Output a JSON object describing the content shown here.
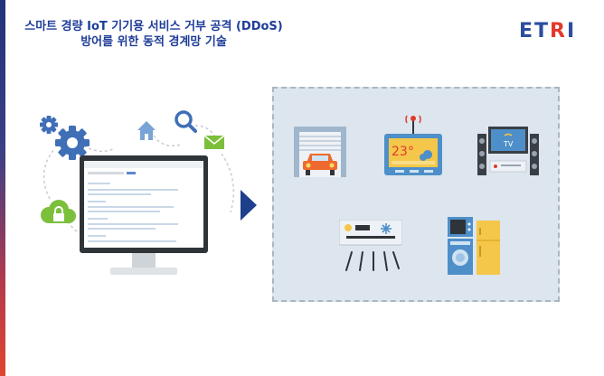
{
  "title": {
    "line1": "스마트 경량 IoT 기기용 서비스 거부 공격 (DDoS)",
    "line2": "방어를 위한 동적 경계망 기술"
  },
  "logo": {
    "part1": "ET",
    "part2": "R",
    "part3": "I"
  },
  "thermostat": {
    "temperature": "23°"
  },
  "tv": {
    "label": "TV"
  },
  "colors": {
    "title_blue": "#1f3d99",
    "logo_blue": "#2b4d9e",
    "logo_red": "#e2392b",
    "panel_bg": "#dde6ee",
    "arrow_navy": "#1e3f8c",
    "icon_blue": "#3f6fb6",
    "icon_green": "#7bbf3b",
    "car_orange": "#ee6a2e",
    "thermostat_yellow": "#f4c74a"
  },
  "icons": [
    "gear-icon",
    "home-icon",
    "search-icon",
    "mail-icon",
    "cloud-lock-icon",
    "computer-monitor",
    "garage-car-icon",
    "thermostat-icon",
    "home-theater-icon",
    "air-conditioner-icon",
    "kitchen-appliances-icon"
  ]
}
